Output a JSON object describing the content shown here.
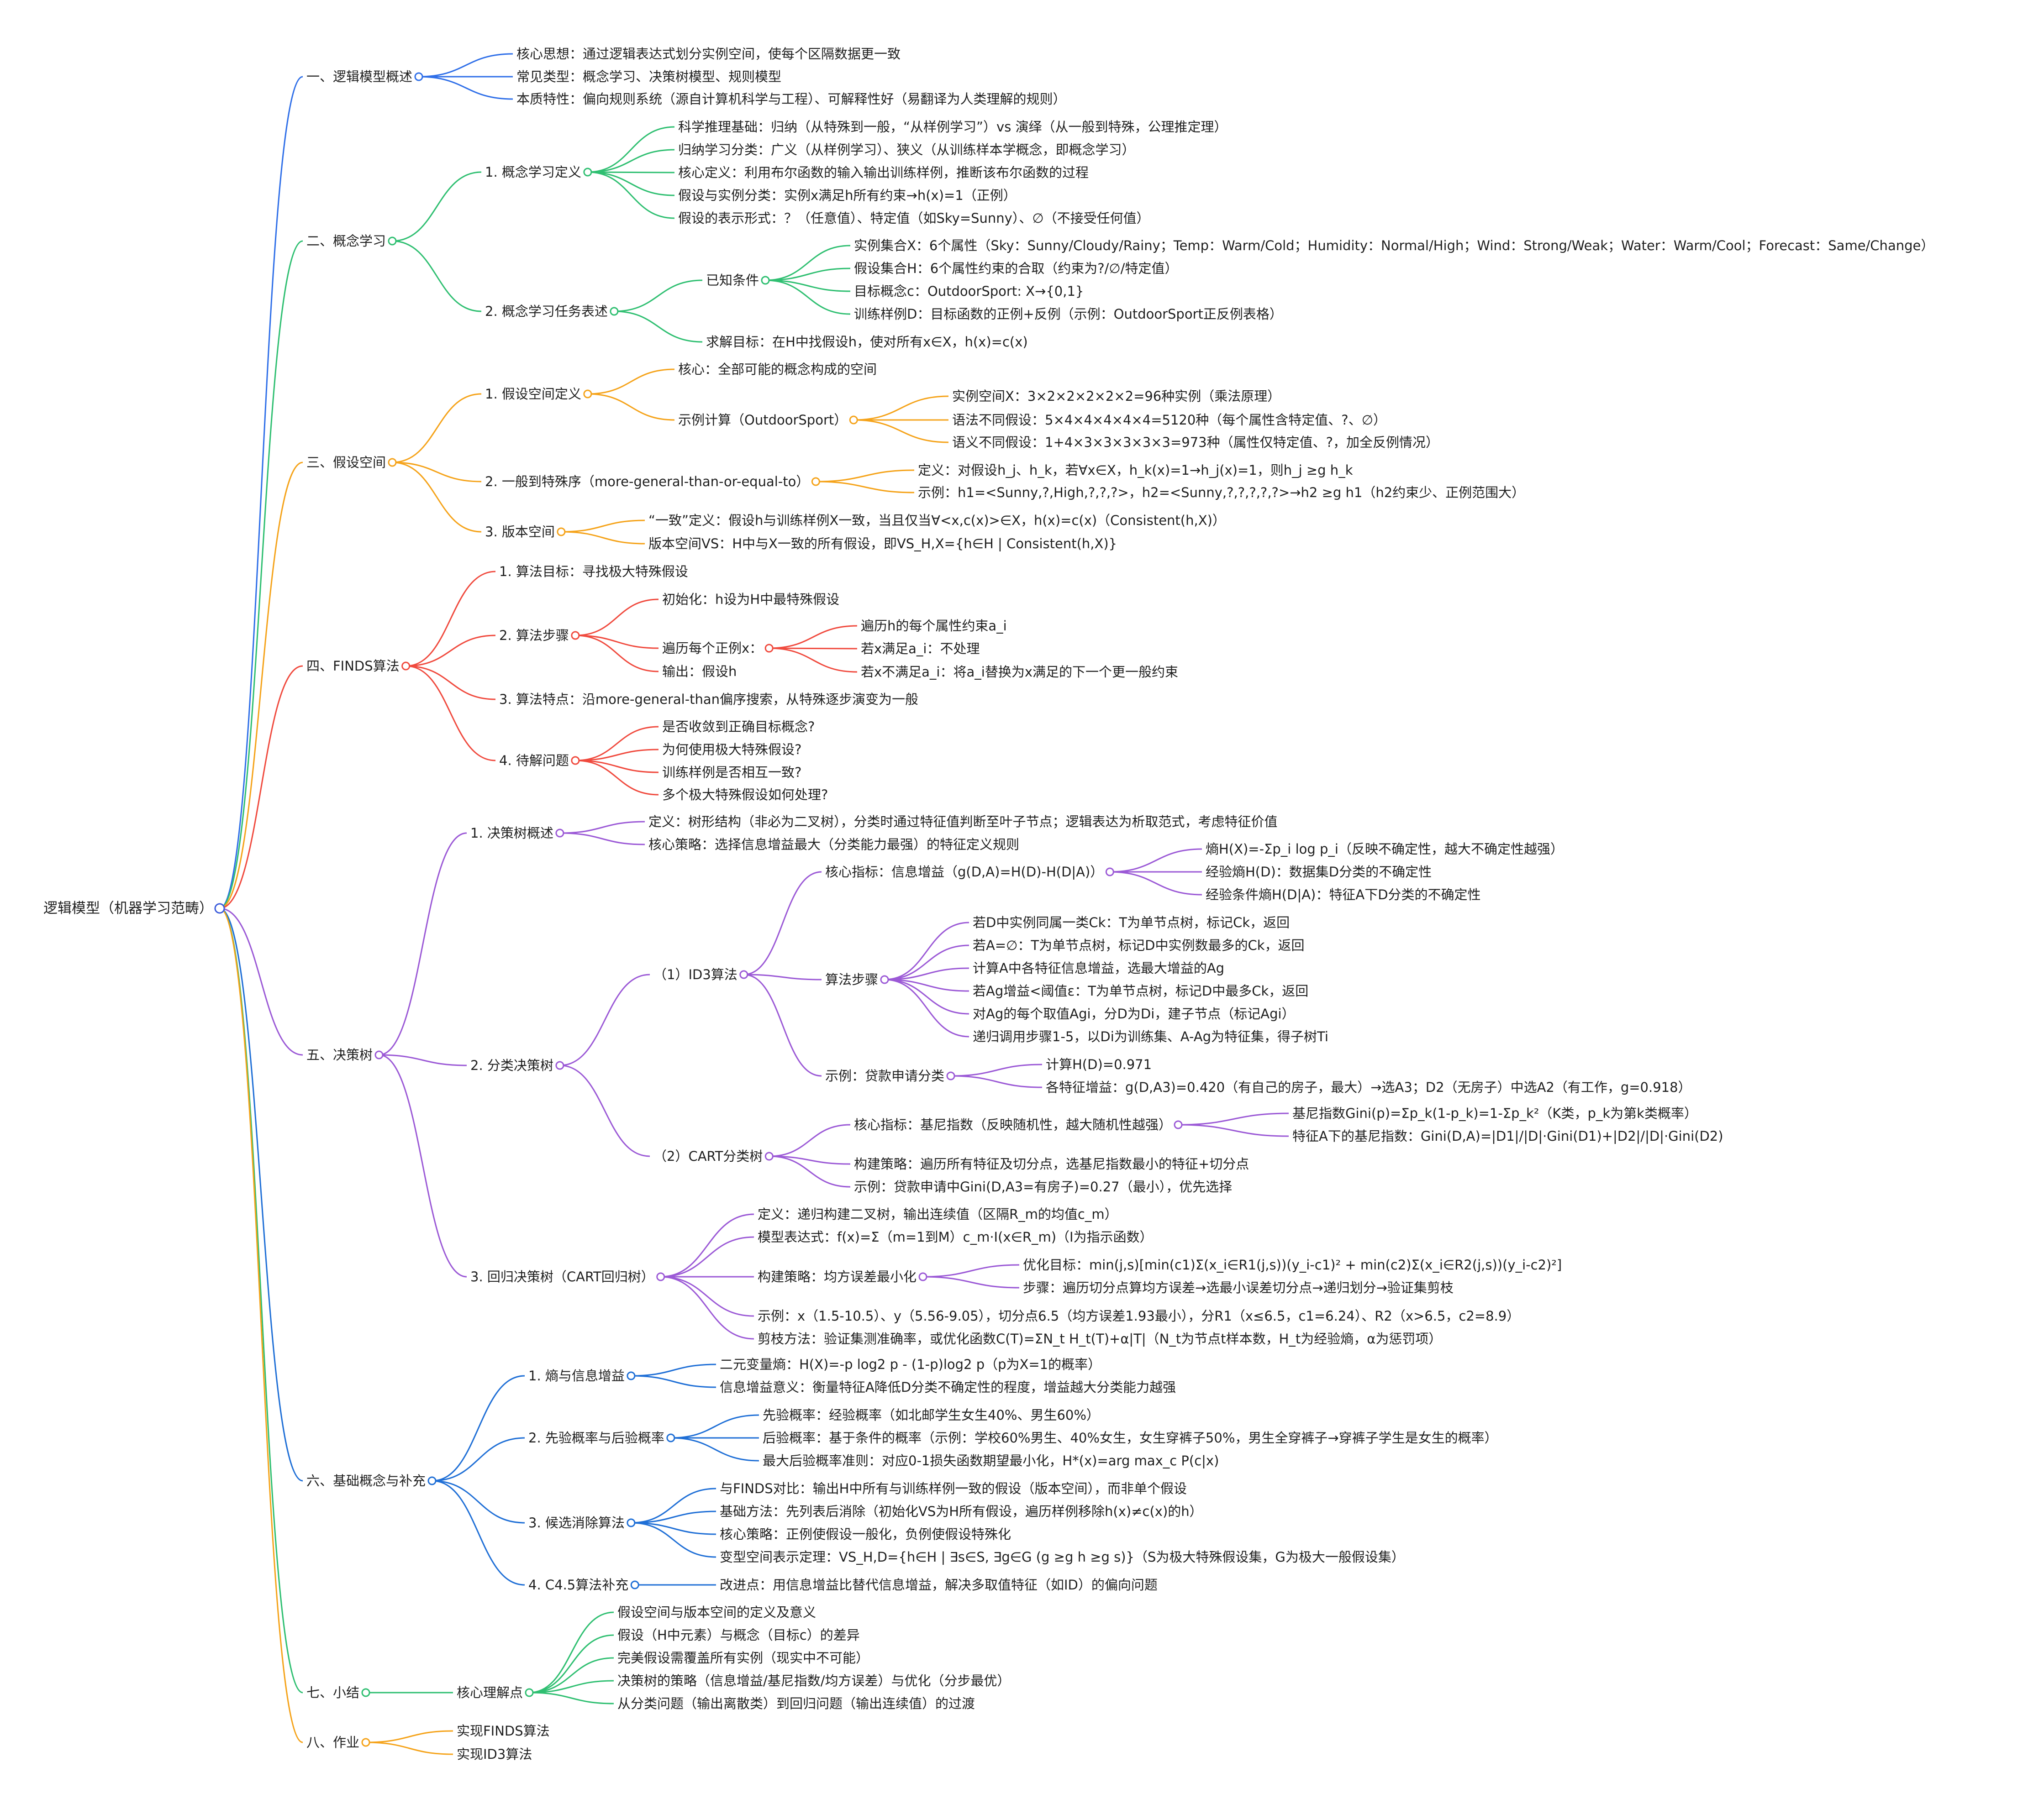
{
  "colors": {
    "s1": "#2f6fe8",
    "s2": "#2fbf71",
    "s3": "#f5a31a",
    "s4": "#f04a3e",
    "s5": "#9b59d6",
    "s6": "#1f6fd6",
    "s7": "#2fbf71",
    "s8": "#f5a31a"
  },
  "root": {
    "label": "逻辑模型（机器学习范畴）",
    "children": [
      {
        "label": "一、逻辑模型概述",
        "children": [
          {
            "label": "核心思想：通过逻辑表达式划分实例空间，使每个区隔数据更一致"
          },
          {
            "label": "常见类型：概念学习、决策树模型、规则模型"
          },
          {
            "label": "本质特性：偏向规则系统（源自计算机科学与工程）、可解释性好（易翻译为人类理解的规则）"
          }
        ]
      },
      {
        "label": "二、概念学习",
        "children": [
          {
            "label": "1. 概念学习定义",
            "children": [
              {
                "label": "科学推理基础：归纳（从特殊到一般，“从样例学习”）vs 演绎（从一般到特殊，公理推定理）"
              },
              {
                "label": "归纳学习分类：广义（从样例学习）、狭义（从训练样本学概念，即概念学习）"
              },
              {
                "label": "核心定义：利用布尔函数的输入输出训练样例，推断该布尔函数的过程"
              },
              {
                "label": "假设与实例分类：实例x满足h所有约束→h(x)=1（正例）"
              },
              {
                "label": "假设的表示形式：？（任意值）、特定值（如Sky=Sunny）、∅（不接受任何值）"
              }
            ]
          },
          {
            "label": "2. 概念学习任务表述",
            "children": [
              {
                "label": "已知条件",
                "children": [
                  {
                    "label": "实例集合X：6个属性（Sky：Sunny/Cloudy/Rainy；Temp：Warm/Cold；Humidity：Normal/High；Wind：Strong/Weak；Water：Warm/Cool；Forecast：Same/Change）"
                  },
                  {
                    "label": "假设集合H：6个属性约束的合取（约束为?/∅/特定值）"
                  },
                  {
                    "label": "目标概念c：OutdoorSport: X→{0,1}"
                  },
                  {
                    "label": "训练样例D：目标函数的正例+反例（示例：OutdoorSport正反例表格）"
                  }
                ]
              },
              {
                "label": "求解目标：在H中找假设h，使对所有x∈X，h(x)=c(x)"
              }
            ]
          }
        ]
      },
      {
        "label": "三、假设空间",
        "children": [
          {
            "label": "1. 假设空间定义",
            "children": [
              {
                "label": "核心：全部可能的概念构成的空间"
              },
              {
                "label": "示例计算（OutdoorSport）",
                "children": [
                  {
                    "label": "实例空间X：3×2×2×2×2×2=96种实例（乘法原理）"
                  },
                  {
                    "label": "语法不同假设：5×4×4×4×4×4=5120种（每个属性含特定值、?、∅）"
                  },
                  {
                    "label": "语义不同假设：1+4×3×3×3×3×3=973种（属性仅特定值、?，加全反例情况）"
                  }
                ]
              }
            ]
          },
          {
            "label": "2. 一般到特殊序（more-general-than-or-equal-to）",
            "children": [
              {
                "label": "定义：对假设h_j、h_k，若∀x∈X，h_k(x)=1→h_j(x)=1，则h_j ≥g h_k"
              },
              {
                "label": "示例：h1=<Sunny,?,High,?,?,?>，h2=<Sunny,?,?,?,?,?>→h2 ≥g h1（h2约束少、正例范围大）"
              }
            ]
          },
          {
            "label": "3. 版本空间",
            "children": [
              {
                "label": "“一致”定义：假设h与训练样例X一致，当且仅当∀<x,c(x)>∈X，h(x)=c(x)（Consistent(h,X)）"
              },
              {
                "label": "版本空间VS：H中与X一致的所有假设，即VS_H,X={h∈H | Consistent(h,X)}"
              }
            ]
          }
        ]
      },
      {
        "label": "四、FINDS算法",
        "children": [
          {
            "label": "1. 算法目标：寻找极大特殊假设"
          },
          {
            "label": "2. 算法步骤",
            "children": [
              {
                "label": "初始化：h设为H中最特殊假设"
              },
              {
                "label": "遍历每个正例x：",
                "children": [
                  {
                    "label": "遍历h的每个属性约束a_i"
                  },
                  {
                    "label": "若x满足a_i：不处理"
                  },
                  {
                    "label": "若x不满足a_i：将a_i替换为x满足的下一个更一般约束"
                  }
                ]
              },
              {
                "label": "输出：假设h"
              }
            ]
          },
          {
            "label": "3. 算法特点：沿more-general-than偏序搜索，从特殊逐步演变为一般"
          },
          {
            "label": "4. 待解问题",
            "children": [
              {
                "label": "是否收敛到正确目标概念?"
              },
              {
                "label": "为何使用极大特殊假设?"
              },
              {
                "label": "训练样例是否相互一致?"
              },
              {
                "label": "多个极大特殊假设如何处理?"
              }
            ]
          }
        ]
      },
      {
        "label": "五、决策树",
        "children": [
          {
            "label": "1. 决策树概述",
            "children": [
              {
                "label": "定义：树形结构（非必为二叉树），分类时通过特征值判断至叶子节点；逻辑表达为析取范式，考虑特征价值"
              },
              {
                "label": "核心策略：选择信息增益最大（分类能力最强）的特征定义规则"
              }
            ]
          },
          {
            "label": "2. 分类决策树",
            "children": [
              {
                "label": "（1）ID3算法",
                "children": [
                  {
                    "label": "核心指标：信息增益（g(D,A)=H(D)-H(D|A)）",
                    "children": [
                      {
                        "label": "熵H(X)=-Σp_i log p_i（反映不确定性，越大不确定性越强）"
                      },
                      {
                        "label": "经验熵H(D)：数据集D分类的不确定性"
                      },
                      {
                        "label": "经验条件熵H(D|A)：特征A下D分类的不确定性"
                      }
                    ]
                  },
                  {
                    "label": "算法步骤",
                    "children": [
                      {
                        "label": "若D中实例同属一类Ck：T为单节点树，标记Ck，返回"
                      },
                      {
                        "label": "若A=∅：T为单节点树，标记D中实例数最多的Ck，返回"
                      },
                      {
                        "label": "计算A中各特征信息增益，选最大增益的Ag"
                      },
                      {
                        "label": "若Ag增益<阈值ε：T为单节点树，标记D中最多Ck，返回"
                      },
                      {
                        "label": "对Ag的每个取值Agi，分D为Di，建子节点（标记Agi）"
                      },
                      {
                        "label": "递归调用步骤1-5，以Di为训练集、A-Ag为特征集，得子树Ti"
                      }
                    ]
                  },
                  {
                    "label": "示例：贷款申请分类",
                    "children": [
                      {
                        "label": "计算H(D)=0.971"
                      },
                      {
                        "label": "各特征增益：g(D,A3)=0.420（有自己的房子，最大）→选A3；D2（无房子）中选A2（有工作，g=0.918）"
                      }
                    ]
                  }
                ]
              },
              {
                "label": "（2）CART分类树",
                "children": [
                  {
                    "label": "核心指标：基尼指数（反映随机性，越大随机性越强）",
                    "children": [
                      {
                        "label": "基尼指数Gini(p)=Σp_k(1-p_k)=1-Σp_k²（K类，p_k为第k类概率）"
                      },
                      {
                        "label": "特征A下的基尼指数：Gini(D,A)=|D1|/|D|·Gini(D1)+|D2|/|D|·Gini(D2)"
                      }
                    ]
                  },
                  {
                    "label": "构建策略：遍历所有特征及切分点，选基尼指数最小的特征+切分点"
                  },
                  {
                    "label": "示例：贷款申请中Gini(D,A3=有房子)=0.27（最小），优先选择"
                  }
                ]
              }
            ]
          },
          {
            "label": "3. 回归决策树（CART回归树）",
            "children": [
              {
                "label": "定义：递归构建二叉树，输出连续值（区隔R_m的均值c_m）"
              },
              {
                "label": "模型表达式：f(x)=Σ（m=1到M）c_m·I(x∈R_m)（I为指示函数）"
              },
              {
                "label": "构建策略：均方误差最小化",
                "children": [
                  {
                    "label": "优化目标：min(j,s)[min(c1)Σ(x_i∈R1(j,s))(y_i-c1)² + min(c2)Σ(x_i∈R2(j,s))(y_i-c2)²]"
                  },
                  {
                    "label": "步骤：遍历切分点算均方误差→选最小误差切分点→递归划分→验证集剪枝"
                  }
                ]
              },
              {
                "label": "示例：x（1.5-10.5）、y（5.56-9.05），切分点6.5（均方误差1.93最小），分R1（x≤6.5，c1=6.24）、R2（x>6.5，c2=8.9）"
              },
              {
                "label": "剪枝方法：验证集测准确率，或优化函数C(T)=ΣN_t H_t(T)+α|T|（N_t为节点t样本数，H_t为经验熵，α为惩罚项）"
              }
            ]
          }
        ]
      },
      {
        "label": "六、基础概念与补充",
        "children": [
          {
            "label": "1. 熵与信息增益",
            "children": [
              {
                "label": "二元变量熵：H(X)=-p log2 p - (1-p)log2 p（p为X=1的概率）"
              },
              {
                "label": "信息增益意义：衡量特征A降低D分类不确定性的程度，增益越大分类能力越强"
              }
            ]
          },
          {
            "label": "2. 先验概率与后验概率",
            "children": [
              {
                "label": "先验概率：经验概率（如北邮学生女生40%、男生60%）"
              },
              {
                "label": "后验概率：基于条件的概率（示例：学校60%男生、40%女生，女生穿裤子50%，男生全穿裤子→穿裤子学生是女生的概率）"
              },
              {
                "label": "最大后验概率准则：对应0-1损失函数期望最小化，H*(x)=arg max_c P(c|x)"
              }
            ]
          },
          {
            "label": "3. 候选消除算法",
            "children": [
              {
                "label": "与FINDS对比：输出H中所有与训练样例一致的假设（版本空间），而非单个假设"
              },
              {
                "label": "基础方法：先列表后消除（初始化VS为H所有假设，遍历样例移除h(x)≠c(x)的h）"
              },
              {
                "label": "核心策略：正例使假设一般化，负例使假设特殊化"
              },
              {
                "label": "变型空间表示定理：VS_H,D={h∈H | ∃s∈S, ∃g∈G (g ≥g h ≥g s)}（S为极大特殊假设集，G为极大一般假设集）"
              }
            ]
          },
          {
            "label": "4. C4.5算法补充",
            "children": [
              {
                "label": "改进点：用信息增益比替代信息增益，解决多取值特征（如ID）的偏向问题"
              }
            ]
          }
        ]
      },
      {
        "label": "七、小结",
        "children": [
          {
            "label": "核心理解点",
            "children": [
              {
                "label": "假设空间与版本空间的定义及意义"
              },
              {
                "label": "假设（H中元素）与概念（目标c）的差异"
              },
              {
                "label": "完美假设需覆盖所有实例（现实中不可能）"
              },
              {
                "label": "决策树的策略（信息增益/基尼指数/均方误差）与优化（分步最优）"
              },
              {
                "label": "从分类问题（输出离散类）到回归问题（输出连续值）的过渡"
              }
            ]
          }
        ]
      },
      {
        "label": "八、作业",
        "children": [
          {
            "label": "实现FINDS算法"
          },
          {
            "label": "实现ID3算法"
          }
        ]
      }
    ]
  }
}
